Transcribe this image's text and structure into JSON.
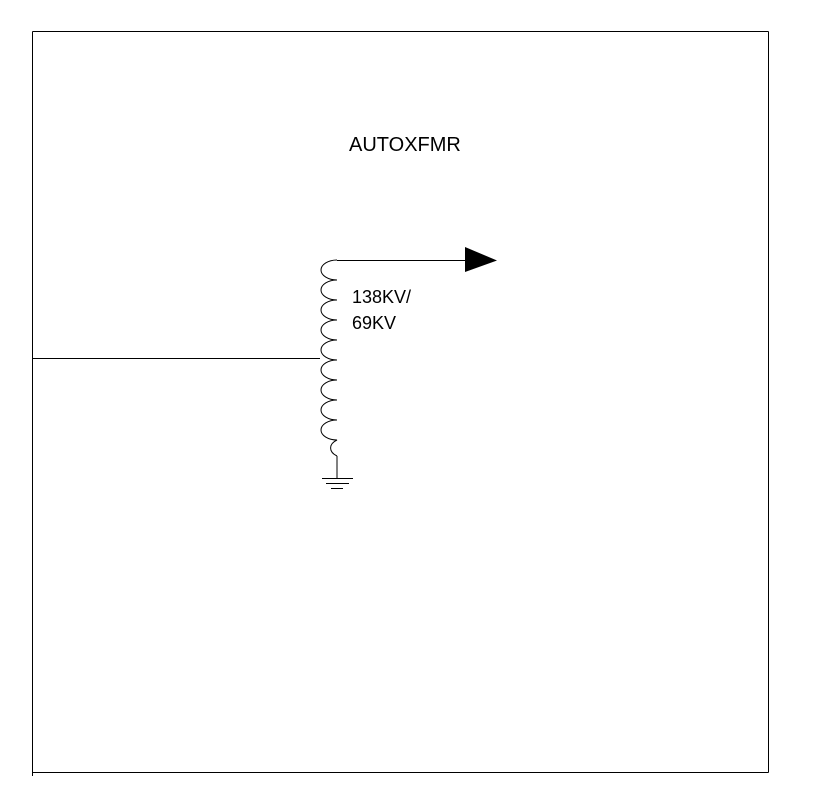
{
  "diagram": {
    "title": "AUTOXFMR",
    "rating_line1": "138KV/",
    "rating_line2": "69KV",
    "symbols": {
      "transformer": "autotransformer-coil",
      "ground": "ground-symbol",
      "output": "arrow-head"
    },
    "colors": {
      "line": "#000000",
      "background": "#ffffff"
    }
  }
}
